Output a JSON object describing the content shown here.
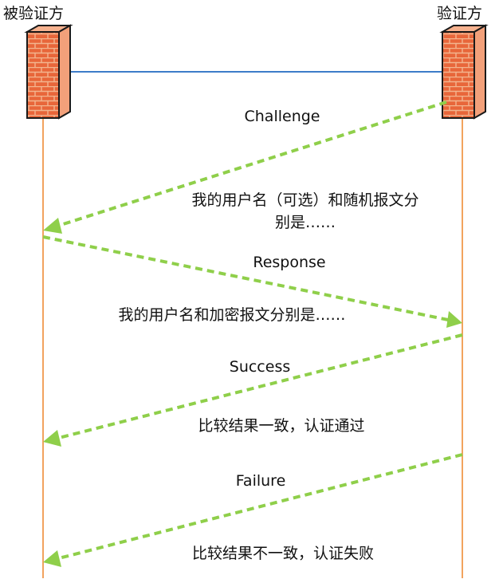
{
  "participants": {
    "left": {
      "name": "被验证方",
      "icon": "firewall-icon"
    },
    "right": {
      "name": "验证方",
      "icon": "firewall-icon"
    }
  },
  "messages": [
    {
      "title": "Challenge",
      "note_line1": "我的用户名（可选）和随机报文分",
      "note_line2": "别是……",
      "direction": "right-to-left"
    },
    {
      "title": "Response",
      "note_line1": "我的用户名和加密报文分别是……",
      "direction": "left-to-right"
    },
    {
      "title": "Success",
      "note_line1": "比较结果一致，认证通过",
      "direction": "right-to-left"
    },
    {
      "title": "Failure",
      "note_line1": "比较结果不一致，认证失败",
      "direction": "right-to-left"
    }
  ],
  "colors": {
    "lifeline": "#f2a35e",
    "connection": "#3d7cc9",
    "arrow": "#8fcf4a",
    "firewall_brick": "#e8663a",
    "firewall_mortar": "#f3b48e"
  }
}
